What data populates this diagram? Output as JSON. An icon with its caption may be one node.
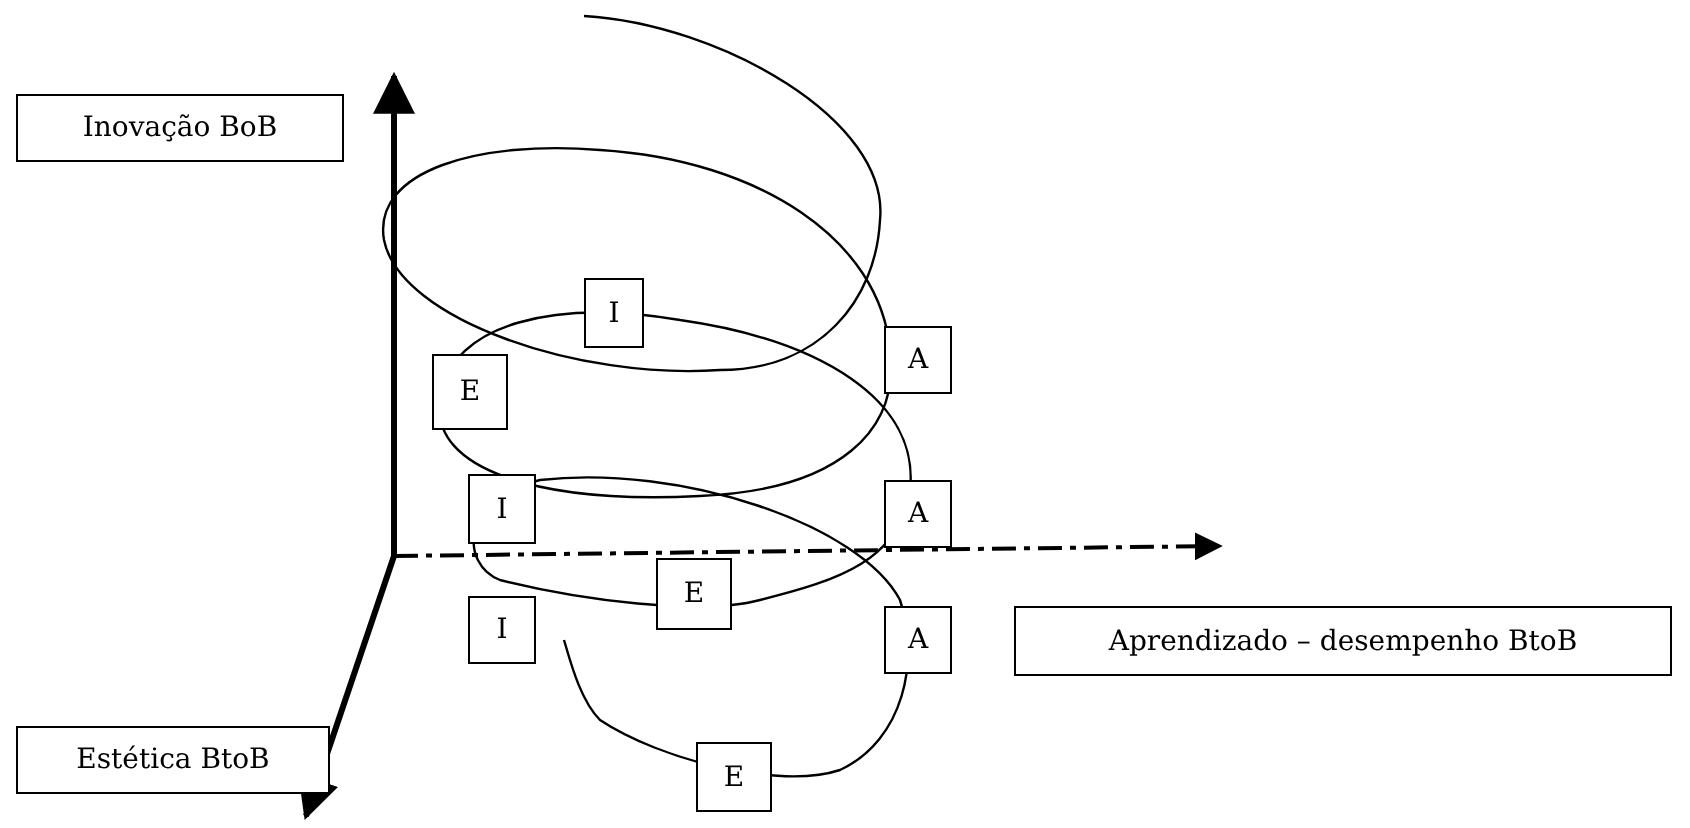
{
  "diagram": {
    "nodes": [
      {
        "text": [
          "Inovação BoB"
        ]
      },
      {
        "text": [
          "I"
        ]
      },
      {
        "text": [
          "A"
        ]
      },
      {
        "text": [
          "E"
        ]
      },
      {
        "text": [
          "I"
        ]
      },
      {
        "text": [
          "A"
        ]
      },
      {
        "text": [
          "E"
        ]
      },
      {
        "text": [
          "I"
        ]
      },
      {
        "text": [
          "Aprendizado – desempenho BtoB"
        ]
      },
      {
        "text": [
          "A"
        ]
      },
      {
        "text": [
          "Estética BtoB"
        ]
      },
      {
        "text": [
          "E"
        ]
      }
    ]
  }
}
